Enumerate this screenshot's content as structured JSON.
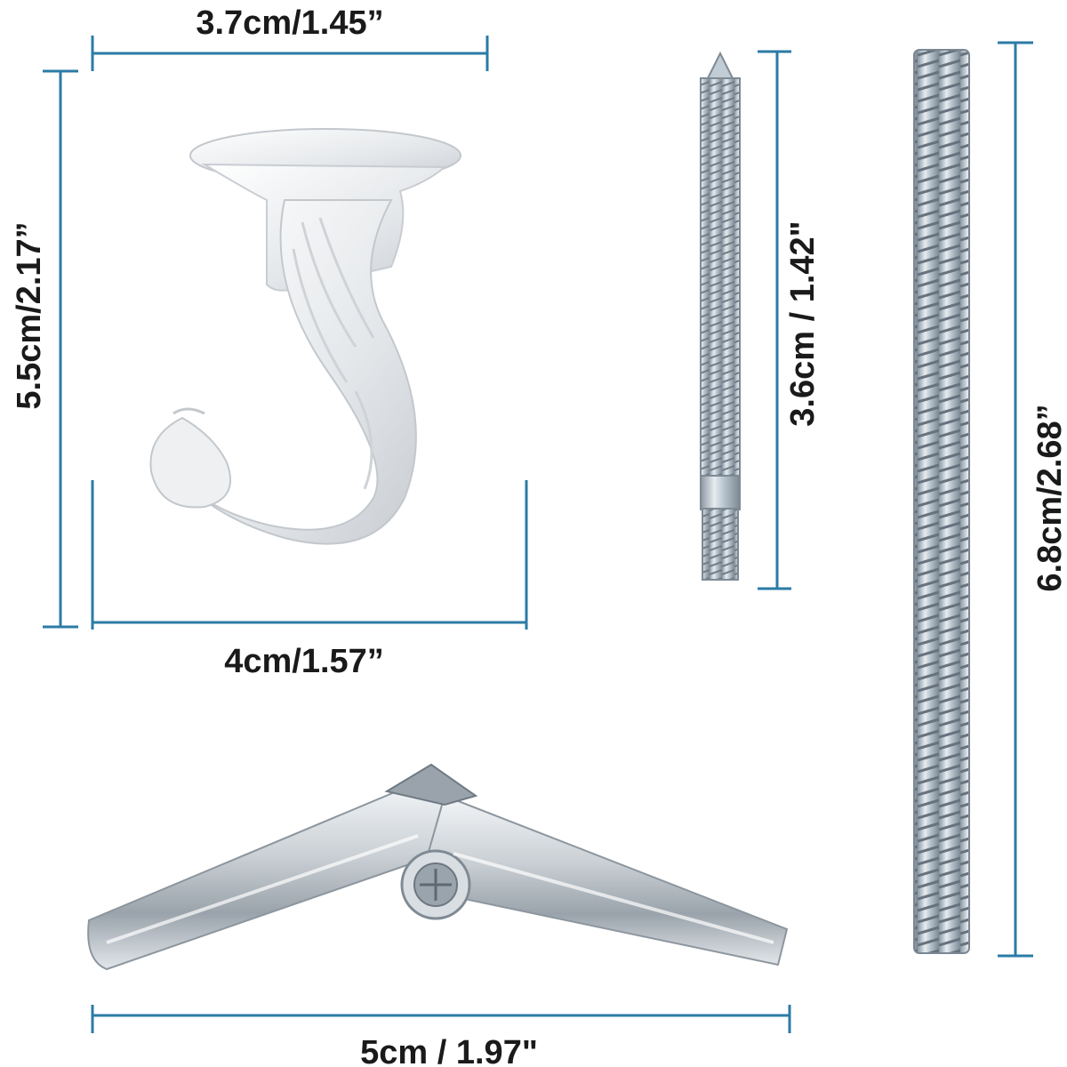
{
  "dimensions": {
    "hook_base_width": "3.7cm/1.45”",
    "hook_height": "5.5cm/2.17”",
    "hook_width": "4cm/1.57”",
    "short_screw_length": "3.6cm / 1.42\"",
    "long_bolt_length": "6.8cm/2.68”",
    "toggle_length": "5cm / 1.97\""
  },
  "colors": {
    "dimension_line": "#2b7ba6",
    "hook": "#e8eaec",
    "metal": "#b9c4cc"
  }
}
